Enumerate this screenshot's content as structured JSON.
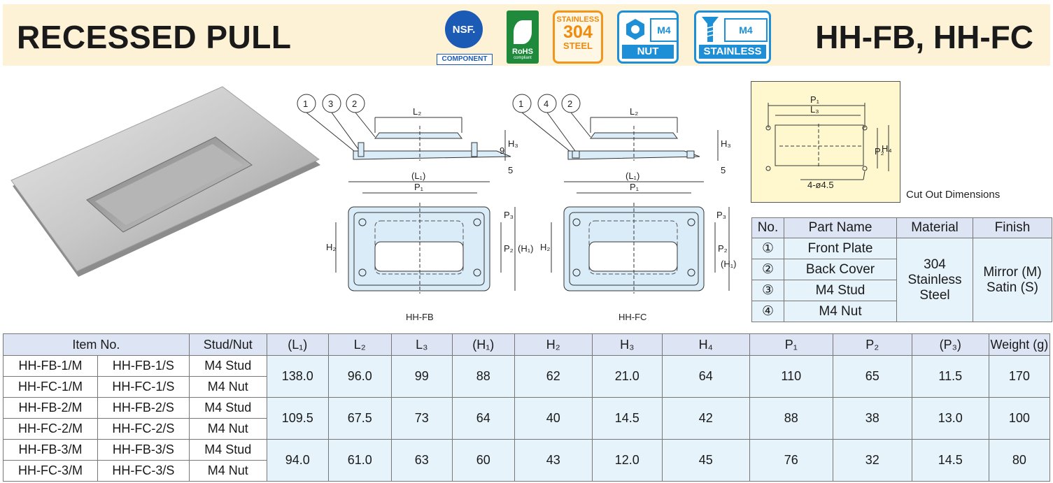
{
  "header": {
    "title": "RECESSED PULL",
    "code": "HH-FB, HH-FC"
  },
  "badges": {
    "nsf_top": "NSF.",
    "nsf_bottom": "COMPONENT",
    "rohs_top": "RoHS",
    "rohs_bottom": "compliant",
    "ss_line1": "STAINLESS",
    "ss_line2": "304",
    "ss_line3": "STEEL",
    "nut_top": "M4",
    "nut_bottom": "NUT",
    "stud_top": "M4",
    "stud_bottom": "STAINLESS"
  },
  "drawings": {
    "fb_caption": "HH-FB",
    "fc_caption": "HH-FC",
    "fb_callouts": [
      "1",
      "3",
      "2"
    ],
    "fc_callouts": [
      "1",
      "4",
      "2"
    ],
    "labels": {
      "L2": "L₂",
      "L1": "(L₁)",
      "P1": "P₁",
      "H3": "H₃",
      "H2": "H₂",
      "P2": "P₂",
      "H1": "(H₁)",
      "P3": "P₃",
      "nine": "9",
      "five": "5"
    }
  },
  "cutout": {
    "P1": "P₁",
    "L3": "L₃",
    "P2": "P₂",
    "H4": "H₄",
    "holes": "4-ø4.5",
    "caption": "Cut Out Dimensions"
  },
  "parts_table": {
    "headers": [
      "No.",
      "Part Name",
      "Material",
      "Finish"
    ],
    "rows": [
      {
        "no": "①",
        "name": "Front Plate"
      },
      {
        "no": "②",
        "name": "Back Cover"
      },
      {
        "no": "③",
        "name": "M4 Stud"
      },
      {
        "no": "④",
        "name": "M4 Nut"
      }
    ],
    "material": [
      "304",
      "Stainless",
      "Steel"
    ],
    "finish": [
      "Mirror (M)",
      "Satin (S)"
    ]
  },
  "spec_table": {
    "headers": [
      "Item No.",
      "Stud/Nut",
      "(L₁)",
      "L₂",
      "L₃",
      "(H₁)",
      "H₂",
      "H₃",
      "H₄",
      "P₁",
      "P₂",
      "(P₃)",
      "Weight (g)"
    ],
    "groups": [
      {
        "rows": [
          {
            "m": "HH-FB-1/M",
            "s": "HH-FB-1/S",
            "type": "M4 Stud"
          },
          {
            "m": "HH-FC-1/M",
            "s": "HH-FC-1/S",
            "type": "M4 Nut"
          }
        ],
        "values": [
          "138.0",
          "96.0",
          "99",
          "88",
          "62",
          "21.0",
          "64",
          "110",
          "65",
          "11.5",
          "170"
        ]
      },
      {
        "rows": [
          {
            "m": "HH-FB-2/M",
            "s": "HH-FB-2/S",
            "type": "M4 Stud"
          },
          {
            "m": "HH-FC-2/M",
            "s": "HH-FC-2/S",
            "type": "M4 Nut"
          }
        ],
        "values": [
          "109.5",
          "67.5",
          "73",
          "64",
          "40",
          "14.5",
          "42",
          "88",
          "38",
          "13.0",
          "100"
        ]
      },
      {
        "rows": [
          {
            "m": "HH-FB-3/M",
            "s": "HH-FB-3/S",
            "type": "M4 Stud"
          },
          {
            "m": "HH-FC-3/M",
            "s": "HH-FC-3/S",
            "type": "M4 Nut"
          }
        ],
        "values": [
          "94.0",
          "61.0",
          "63",
          "60",
          "43",
          "12.0",
          "45",
          "76",
          "32",
          "14.5",
          "80"
        ]
      }
    ]
  }
}
